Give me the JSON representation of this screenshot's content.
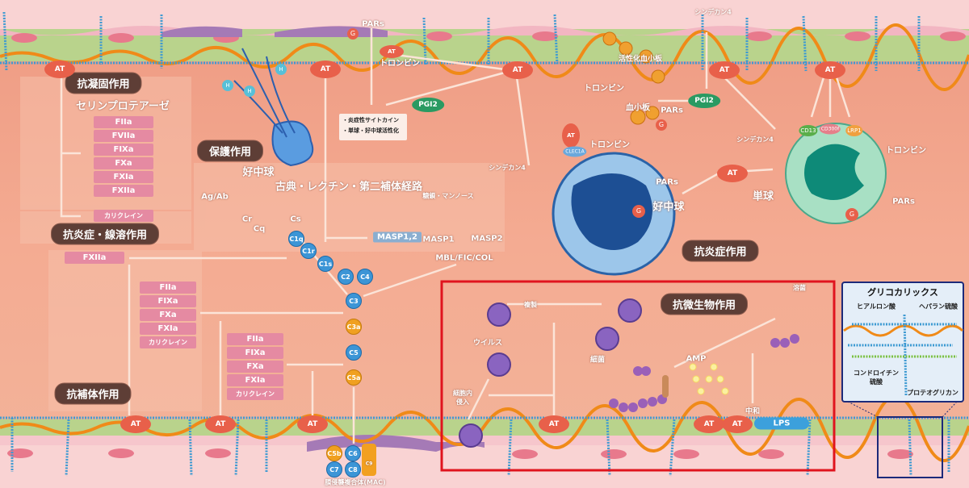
{
  "sections": {
    "anticoag": "抗凝固作用",
    "protect": "保護作用",
    "antiinflam_fib": "抗炎症・線溶作用",
    "anticomp": "抗補体作用",
    "antiinflam": "抗炎症作用",
    "antimicro": "抗微生物作用"
  },
  "at": "AT",
  "serine": "セリンプロテアーゼ",
  "factors1": [
    "FIIa",
    "FVIIa",
    "FIXa",
    "FXa",
    "FXIa",
    "FXIIa"
  ],
  "kallikrein": "カリクレイン",
  "fxiia": "FXIIa",
  "factors2": [
    "FIIa",
    "FIXa",
    "FXa",
    "FXIa",
    "カリクレイン"
  ],
  "factors3": [
    "FIIa",
    "FIXa",
    "FXa",
    "FXIa",
    "カリクレイン"
  ],
  "neutrophil": "好中球",
  "monocyte": "単球",
  "pathway": "古典・レクチン・第二補体経路",
  "agab": "Ag/Ab",
  "cr": "Cr",
  "cq": "Cq",
  "cs": "Cs",
  "mannose": "糖鎖・マンノース",
  "masp12": "MASP1,2",
  "masp1": "MASP1",
  "masp2": "MASP2",
  "mbl": "MBL/FIC/COL",
  "complement": [
    "C1q",
    "C1r",
    "C1s",
    "C2",
    "C4",
    "C3",
    "C3a",
    "C5",
    "C5a",
    "C5b",
    "C6",
    "C7",
    "C8",
    "C9"
  ],
  "mac": "膜侵襲複合体(MAC)",
  "pars": "PARs",
  "g": "G",
  "thrombin": "トロンビン",
  "pgi2": "PGI2",
  "h": "H",
  "notes": [
    "・炎症性サイトカイン",
    "・単球・好中球活性化"
  ],
  "syndecan": "シンデカン4",
  "act_platelet": "活性化血小板",
  "platelet": "血小板",
  "clec1a": "CLEC1A",
  "receptors": [
    "CD13",
    "CD300f",
    "LRP1"
  ],
  "micro": {
    "replication": "複製",
    "virus": "ウイルス",
    "invasion": "細胞内侵入",
    "bacteria": "細菌",
    "amp": "AMP",
    "lysis": "溶菌",
    "neutralize": "中和",
    "lps": "LPS"
  },
  "glyco": {
    "title": "グリコカリックス",
    "hyaluronic": "ヒアルロン酸",
    "heparan": "ヘパラン硫酸",
    "chondroitin": "コンドロイチン硫酸",
    "proteoglycan": "プロテオグリカン"
  },
  "colors": {
    "frame": "#e0141e",
    "inset": "#1c2a7a",
    "pill": "#5e3e36",
    "at": "#e8604a"
  }
}
